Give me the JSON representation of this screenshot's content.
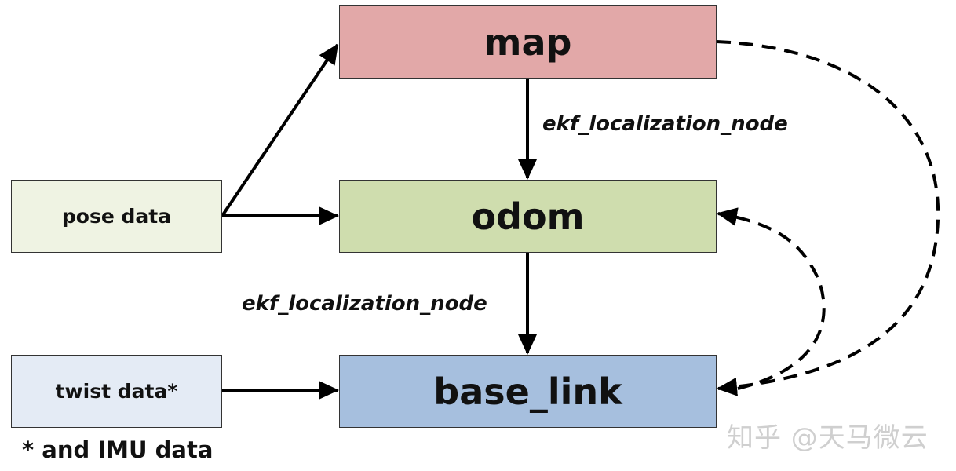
{
  "nodes": {
    "map": "map",
    "odom": "odom",
    "base_link": "base_link",
    "pose": "pose data",
    "twist": "twist data*"
  },
  "edge_labels": {
    "map_to_odom": "ekf_localization_node",
    "odom_to_base": "ekf_localization_node"
  },
  "footnote": "* and IMU data",
  "watermark": "知乎 @天马微云",
  "colors": {
    "map": "#e2a8a8",
    "odom": "#cfddae",
    "base_link": "#a6bfde",
    "pose": "#eff3e3",
    "twist": "#e4ebf5"
  }
}
